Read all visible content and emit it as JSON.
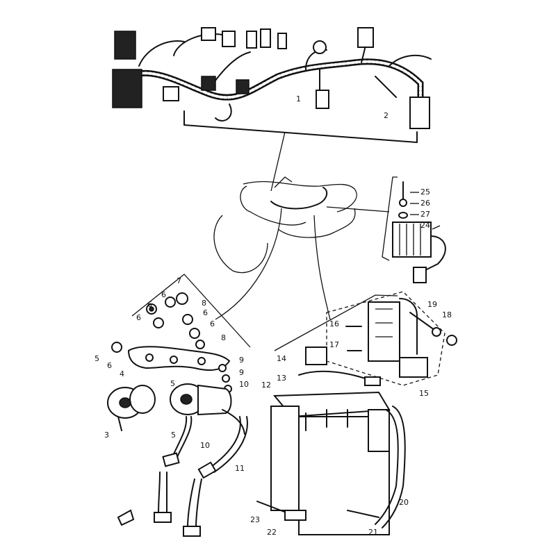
{
  "callouts": [
    {
      "id": "c1",
      "label": "1"
    },
    {
      "id": "c2",
      "label": "2"
    },
    {
      "id": "c3",
      "label": "3"
    },
    {
      "id": "c4",
      "label": "4"
    },
    {
      "id": "c5a",
      "label": "5"
    },
    {
      "id": "c5b",
      "label": "5"
    },
    {
      "id": "c5c",
      "label": "5"
    },
    {
      "id": "c6a",
      "label": "6"
    },
    {
      "id": "c6b",
      "label": "6"
    },
    {
      "id": "c6c",
      "label": "6"
    },
    {
      "id": "c6d",
      "label": "6"
    },
    {
      "id": "c6e",
      "label": "6"
    },
    {
      "id": "c6f",
      "label": "6"
    },
    {
      "id": "c7",
      "label": "7"
    },
    {
      "id": "c8a",
      "label": "8"
    },
    {
      "id": "c8b",
      "label": "8"
    },
    {
      "id": "c9a",
      "label": "9"
    },
    {
      "id": "c9b",
      "label": "9"
    },
    {
      "id": "c10a",
      "label": "10"
    },
    {
      "id": "c10b",
      "label": "10"
    },
    {
      "id": "c11",
      "label": "11"
    },
    {
      "id": "c12",
      "label": "12"
    },
    {
      "id": "c13",
      "label": "13"
    },
    {
      "id": "c14",
      "label": "14"
    },
    {
      "id": "c15",
      "label": "15"
    },
    {
      "id": "c16",
      "label": "16"
    },
    {
      "id": "c17",
      "label": "17"
    },
    {
      "id": "c18",
      "label": "18"
    },
    {
      "id": "c19",
      "label": "19"
    },
    {
      "id": "c20",
      "label": "20"
    },
    {
      "id": "c21",
      "label": "21"
    },
    {
      "id": "c22",
      "label": "22"
    },
    {
      "id": "c23",
      "label": "23"
    },
    {
      "id": "c24",
      "label": "24"
    },
    {
      "id": "c25",
      "label": "25"
    },
    {
      "id": "c26",
      "label": "26"
    },
    {
      "id": "c27",
      "label": "27"
    }
  ]
}
